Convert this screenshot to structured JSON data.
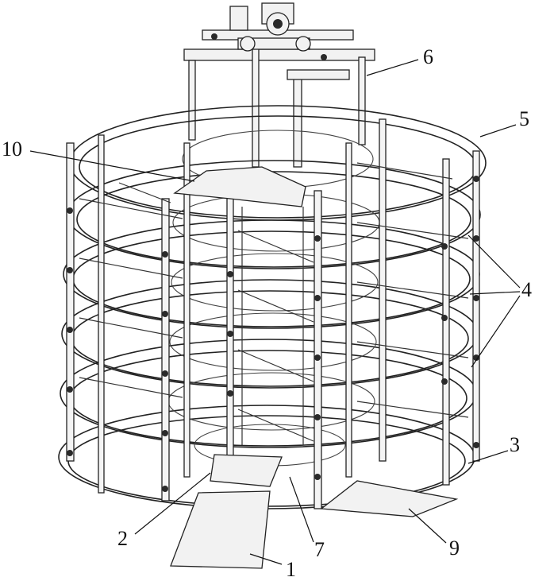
{
  "figure": {
    "labels": [
      {
        "id": "label-1",
        "text": "1"
      },
      {
        "id": "label-2",
        "text": "2"
      },
      {
        "id": "label-3",
        "text": "3"
      },
      {
        "id": "label-4",
        "text": "4"
      },
      {
        "id": "label-5",
        "text": "5"
      },
      {
        "id": "label-6",
        "text": "6"
      },
      {
        "id": "label-7",
        "text": "7"
      },
      {
        "id": "label-9",
        "text": "9"
      },
      {
        "id": "label-10",
        "text": "10"
      }
    ]
  }
}
